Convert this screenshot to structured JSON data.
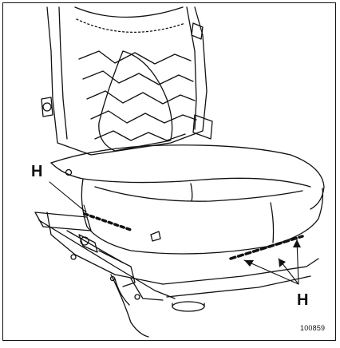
{
  "figure": {
    "callout_left": "H",
    "callout_right": "H",
    "reference_code": "100859"
  },
  "colors": {
    "line": "#111111",
    "background": "#ffffff"
  }
}
